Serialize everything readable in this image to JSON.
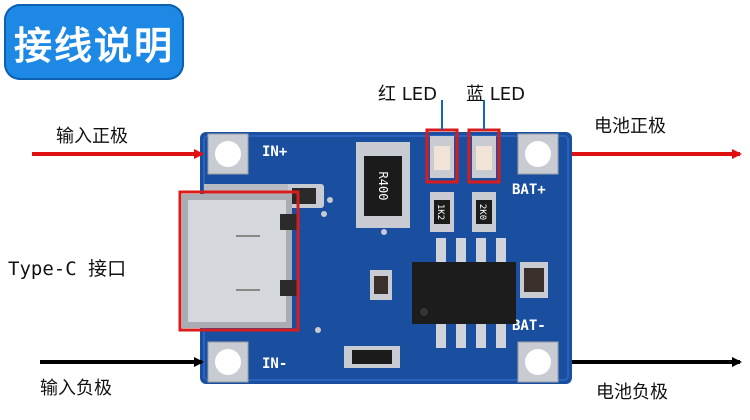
{
  "title": "接线说明",
  "labels": {
    "red_led": "红 LED",
    "blue_led": "蓝 LED",
    "input_positive": "输入正极",
    "input_negative": "输入负极",
    "battery_positive": "电池正极",
    "battery_negative": "电池负极",
    "type_c_port": "Type-C 接口"
  },
  "board": {
    "pad_in_plus": "IN+",
    "pad_in_minus": "IN-",
    "pad_bat_plus": "BAT+",
    "pad_bat_minus": "BAT-",
    "resistor_code": "R400",
    "small_resistor_1": "1K2",
    "small_resistor_2": "2K0"
  },
  "colors": {
    "board_blue": "#1a4fa0",
    "highlight_red": "#d81b1b",
    "arrow_red": "#e01010",
    "arrow_black": "#000000",
    "title_blue": "#1e88e5"
  }
}
